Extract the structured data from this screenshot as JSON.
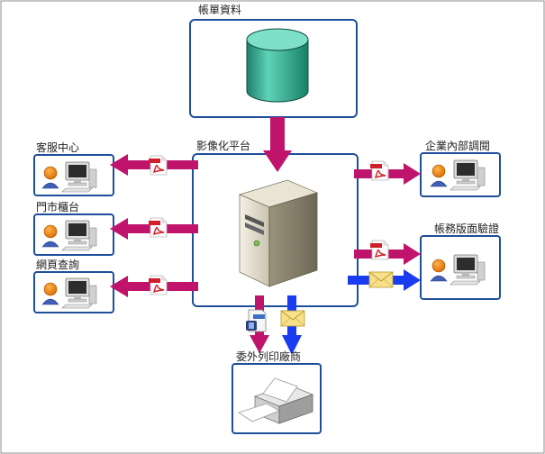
{
  "nodes": {
    "database": "帳單資料",
    "platform": "影像化平台",
    "customer_service": "客服中心",
    "store_counter": "門市櫃台",
    "web_query": "網頁查詢",
    "internal_access": "企業內部調閱",
    "billing_verification": "帳務版面驗證",
    "print_vendor": "委外列印廠商"
  },
  "colors": {
    "frame_border": "#1f4e9a",
    "outer_border": "#8c8c8c",
    "magenta_arrow": "#c0136c",
    "blue_arrow": "#1a3cf0",
    "db_cylinder": "#3bb39a",
    "pdf_red": "#d01f2a"
  },
  "icons": [
    "database-cylinder-icon",
    "server-icon",
    "computer-user-icon",
    "pdf-icon",
    "mail-envelope-icon",
    "afp-file-icon",
    "printer-icon"
  ]
}
